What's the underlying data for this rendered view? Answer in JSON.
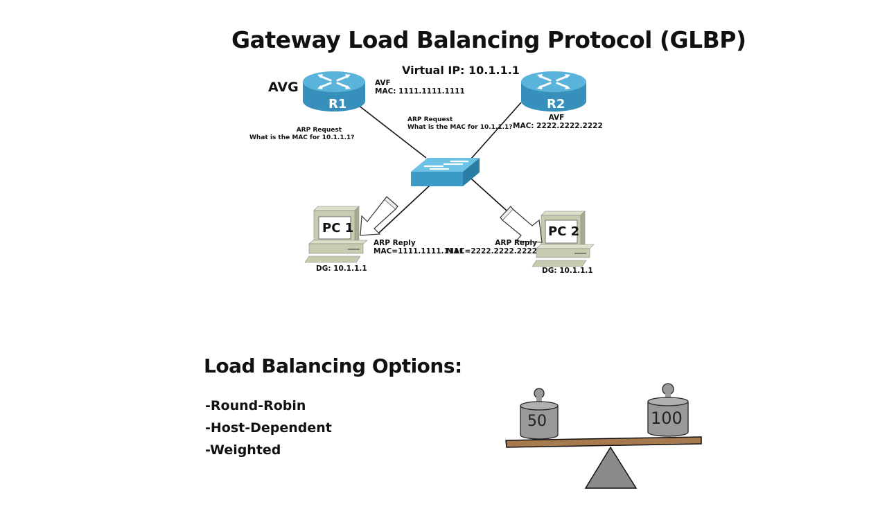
{
  "title": "Gateway Load Balancing Protocol (GLBP)",
  "virtual_ip": "Virtual IP: 10.1.1.1",
  "colors": {
    "device_blue": "#3a9cc6",
    "device_blue_top": "#5bb5dc",
    "pc_beige": "#c9cbb0",
    "weight_gray": "#9a9a9a",
    "beam_brown": "#a67a4e",
    "fulcrum_gray": "#8a8a8a"
  },
  "diagram": {
    "r1": {
      "label": "R1",
      "role_left": "AVG",
      "role": "AVF",
      "mac": "MAC: 1111.1111.1111",
      "arp_request_title": "ARP Request",
      "arp_request_text": "What is the MAC for 10.1.1.1?"
    },
    "r2": {
      "label": "R2",
      "role": "AVF",
      "mac": "MAC: 2222.2222.2222",
      "arp_request_title": "ARP Request",
      "arp_request_text": "What is the MAC for 10.1.1.1?"
    },
    "switch": {
      "icon": "switch-icon"
    },
    "pc1": {
      "label": "PC 1",
      "dg": "DG: 10.1.1.1",
      "arp_reply_title": "ARP Reply",
      "arp_reply_mac": "MAC=1111.1111.1111"
    },
    "pc2": {
      "label": "PC 2",
      "dg": "DG: 10.1.1.1",
      "arp_reply_title": "ARP Reply",
      "arp_reply_mac": "MAC=2222.2222.2222"
    }
  },
  "options": {
    "title": "Load Balancing Options:",
    "items": [
      "-Round-Robin",
      "-Host-Dependent",
      "-Weighted"
    ]
  },
  "scale": {
    "left_weight": "50",
    "right_weight": "100"
  }
}
